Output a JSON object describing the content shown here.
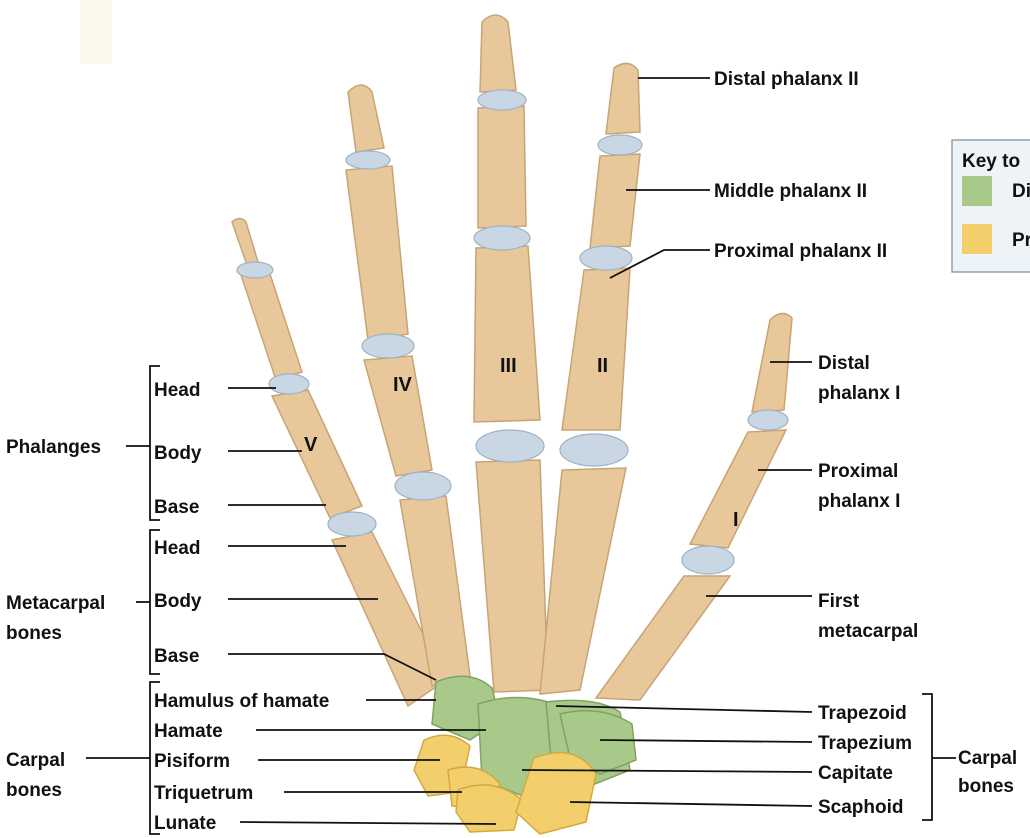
{
  "key": {
    "title": "Key to",
    "items": [
      {
        "label": "Di",
        "color": "#a9c98b"
      },
      {
        "label": "Pr",
        "color": "#f2cf6a"
      }
    ]
  },
  "numerals": [
    "V",
    "IV",
    "III",
    "II",
    "I"
  ],
  "labels": {
    "distal_phalanx_ii": "Distal phalanx II",
    "middle_phalanx_ii": "Middle phalanx II",
    "proximal_phalanx_ii": "Proximal phalanx II",
    "distal_phalanx_i_1": "Distal",
    "distal_phalanx_i_2": "phalanx I",
    "proximal_phalanx_i_1": "Proximal",
    "proximal_phalanx_i_2": "phalanx I",
    "first_metacarpal_1": "First",
    "first_metacarpal_2": "metacarpal",
    "trapezoid": "Trapezoid",
    "trapezium": "Trapezium",
    "capitate": "Capitate",
    "scaphoid": "Scaphoid",
    "carpal_right_1": "Carpal",
    "carpal_right_2": "bones",
    "phalanges": "Phalanges",
    "metacarpal_1": "Metacarpal",
    "metacarpal_2": "bones",
    "carpal_left_1": "Carpal",
    "carpal_left_2": "bones",
    "ph_head": "Head",
    "ph_body": "Body",
    "ph_base": "Base",
    "mc_head": "Head",
    "mc_body": "Body",
    "mc_base": "Base",
    "hamulus": "Hamulus of hamate",
    "hamate": "Hamate",
    "pisiform": "Pisiform",
    "triquetrum": "Triquetrum",
    "lunate": "Lunate"
  }
}
